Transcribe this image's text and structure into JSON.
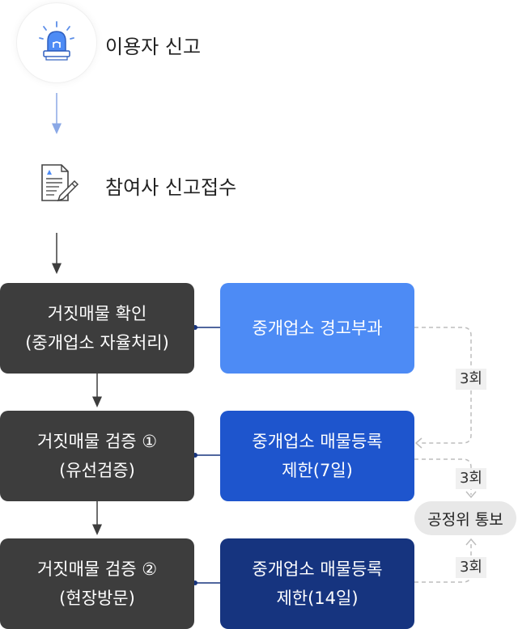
{
  "steps": {
    "report": {
      "label": "이용자 신고",
      "icon": "siren-icon"
    },
    "receipt": {
      "label": "참여사 신고접수",
      "icon": "document-edit-icon"
    }
  },
  "flow": [
    {
      "label_line1": "거짓매물 확인",
      "label_line2": "(중개업소 자율처리)"
    },
    {
      "label_line1": "거짓매물 검증 ①",
      "label_line2": "(유선검증)"
    },
    {
      "label_line1": "거짓매물 검증 ②",
      "label_line2": "(현장방문)"
    }
  ],
  "actions": [
    {
      "label_line1": "중개업소 경고부과",
      "color": "#4d8bf5"
    },
    {
      "label_line1": "중개업소 매물등록",
      "label_line2": "제한(7일)",
      "color": "#1e55cd"
    },
    {
      "label_line1": "중개업소 매물등록",
      "label_line2": "제한(14일)",
      "color": "#16347f"
    }
  ],
  "escalation": {
    "badges": [
      "3회",
      "3회",
      "3회"
    ],
    "notify_label": "공정위 통보"
  },
  "colors": {
    "dark_box": "#3d3d3d",
    "arrow_light": "#8aa8e6",
    "dashed": "#bdbdbd"
  }
}
